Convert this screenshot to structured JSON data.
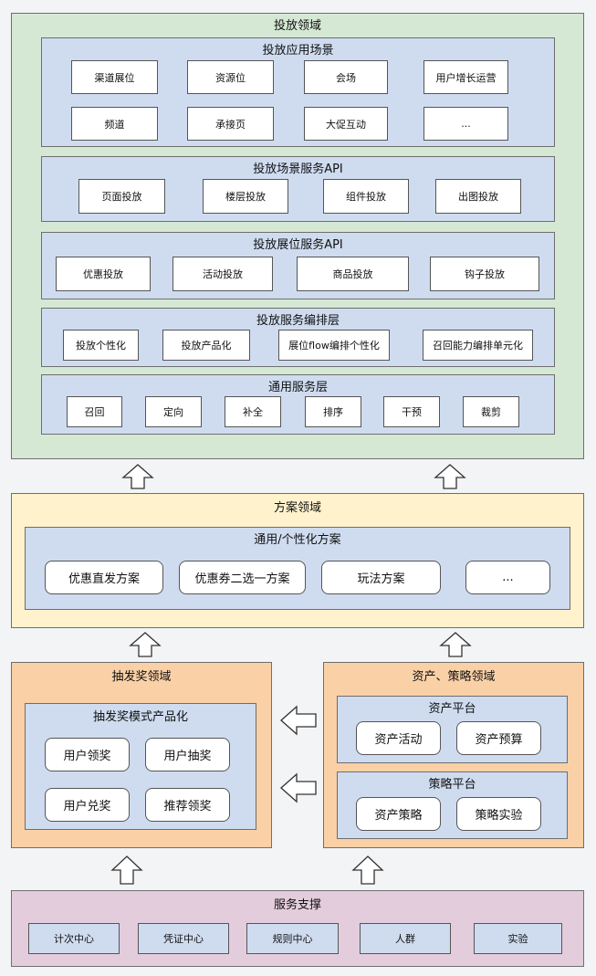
{
  "delivery": {
    "title": "投放领域",
    "scenes": {
      "title": "投放应用场景",
      "items": [
        "渠道展位",
        "资源位",
        "会场",
        "用户增长运营",
        "频道",
        "承接页",
        "大促互动",
        "..."
      ]
    },
    "scene_api": {
      "title": "投放场景服务API",
      "items": [
        "页面投放",
        "楼层投放",
        "组件投放",
        "出图投放"
      ]
    },
    "slot_api": {
      "title": "投放展位服务API",
      "items": [
        "优惠投放",
        "活动投放",
        "商品投放",
        "钩子投放"
      ]
    },
    "orchestration": {
      "title": "投放服务编排层",
      "items": [
        "投放个性化",
        "投放产品化",
        "展位flow编排个性化",
        "召回能力编排单元化"
      ]
    },
    "common": {
      "title": "通用服务层",
      "items": [
        "召回",
        "定向",
        "补全",
        "排序",
        "干预",
        "裁剪"
      ]
    }
  },
  "plan": {
    "title": "方案领域",
    "sub": {
      "title": "通用/个性化方案",
      "items": [
        "优惠直发方案",
        "优惠券二选一方案",
        "玩法方案",
        "..."
      ]
    }
  },
  "lottery": {
    "title": "抽发奖领域",
    "sub": {
      "title": "抽发奖模式产品化",
      "items": [
        "用户领奖",
        "用户抽奖",
        "用户兑奖",
        "推荐领奖"
      ]
    }
  },
  "asset": {
    "title": "资产、策略领域",
    "asset_platform": {
      "title": "资产平台",
      "items": [
        "资产活动",
        "资产预算"
      ]
    },
    "strategy_platform": {
      "title": "策略平台",
      "items": [
        "资产策略",
        "策略实验"
      ]
    }
  },
  "support": {
    "title": "服务支撑",
    "items": [
      "计次中心",
      "凭证中心",
      "规则中心",
      "人群",
      "实验"
    ]
  }
}
